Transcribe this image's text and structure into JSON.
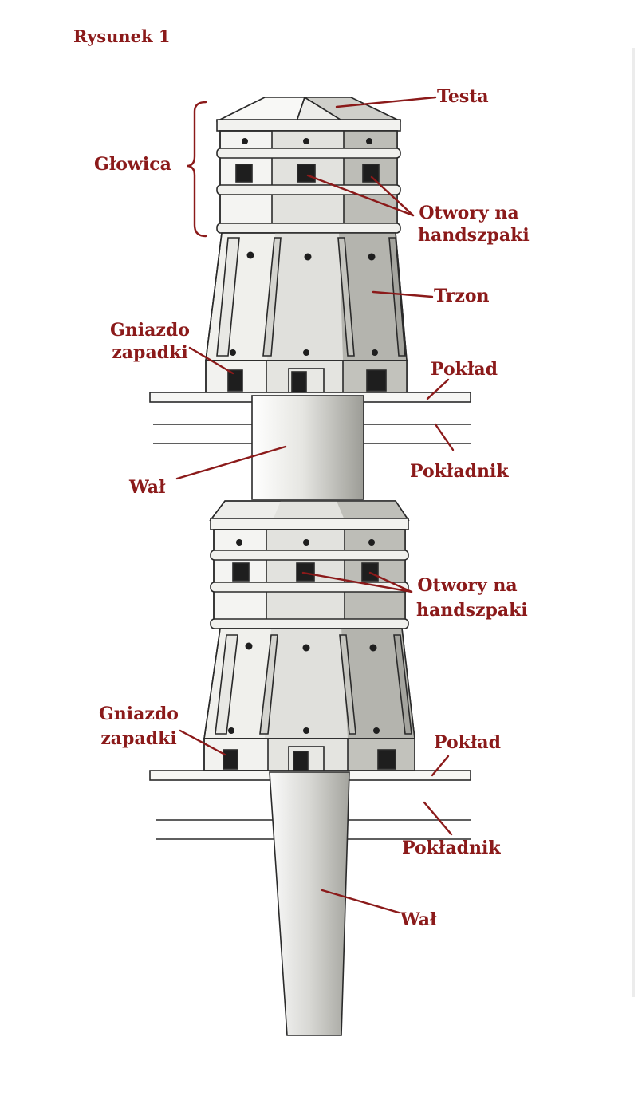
{
  "figure": {
    "title": "Rysunek 1"
  },
  "labels": {
    "testa": "Testa",
    "glowica": "Głowica",
    "otwory_top_1": "Otwory na",
    "otwory_top_2": "handszpaki",
    "trzon": "Trzon",
    "gniazdo_top_1": "Gniazdo",
    "gniazdo_top_2": "zapadki",
    "poklad_top": "Pokład",
    "wal_top": "Wał",
    "pokladnik_top": "Pokładnik",
    "otwory_bottom_1": "Otwory na",
    "otwory_bottom_2": "handszpaki",
    "gniazdo_bottom_1": "Gniazdo",
    "gniazdo_bottom_2": "zapadki",
    "poklad_bottom": "Pokład",
    "pokladnik_bottom": "Pokładnik",
    "wal_bottom": "Wał"
  },
  "colors": {
    "label": "#8b1a1a",
    "ink": "#2a2a2a",
    "wood_light": "#f4f4f2",
    "wood_mid": "#dcdcd8",
    "wood_dark": "#b8b8b2",
    "hole": "#1e1e1e"
  }
}
